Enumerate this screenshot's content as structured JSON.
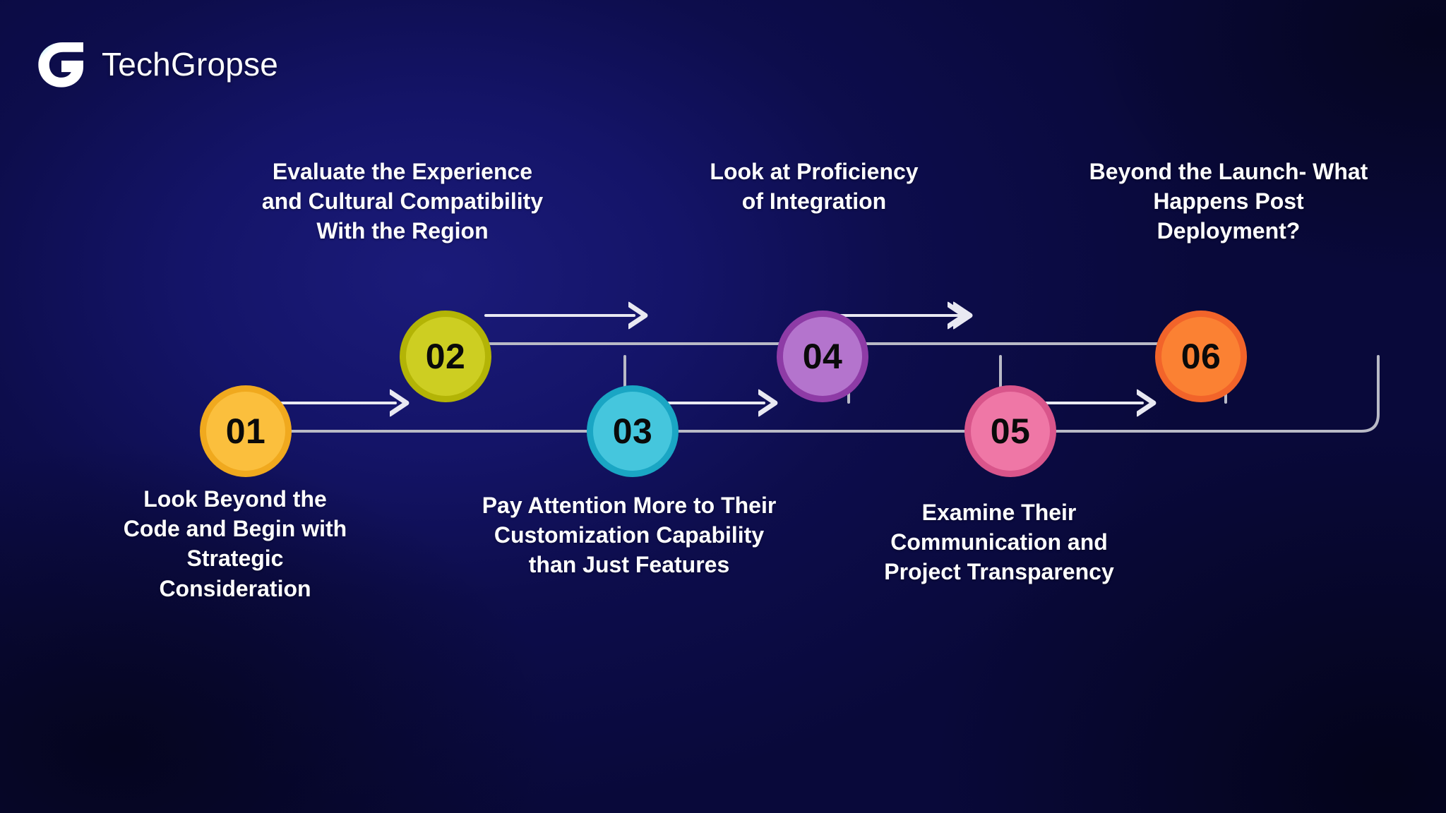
{
  "brand": {
    "logo_icon": "techgropse-g-logo-icon",
    "name": "TechGropse"
  },
  "theme": {
    "background_dark": "#080830",
    "background_mid": "#1b1b7a",
    "caption_color": "#ffffff",
    "connector_line": "#b9bac6",
    "arrow_line": "#e9e9f2",
    "number_color": "#0a0a0a"
  },
  "steps": [
    {
      "number": "01",
      "caption": "Look Beyond the Code and Begin with Strategic Consideration",
      "caption_position": "below",
      "color_outer": "#f0a91e",
      "color_inner": "#fbbf3d"
    },
    {
      "number": "02",
      "caption": "Evaluate the Experience and Cultural Compatibility With the Region",
      "caption_position": "above",
      "color_outer": "#b3b406",
      "color_inner": "#cdce22"
    },
    {
      "number": "03",
      "caption": "Pay Attention More to Their Customization Capability than Just Features",
      "caption_position": "below",
      "color_outer": "#1aa6c4",
      "color_inner": "#45c6dd"
    },
    {
      "number": "04",
      "caption": "Look at Proficiency of Integration",
      "caption_position": "above",
      "color_outer": "#8e3ba6",
      "color_inner": "#b濃"
    },
    {
      "number": "05",
      "caption": "Examine Their Communication and Project Transparency",
      "caption_position": "below",
      "color_outer": "#d9558b",
      "color_inner": "#ef77a6"
    },
    {
      "number": "06",
      "caption": "Beyond the Launch- What Happens Post Deployment?",
      "caption_position": "above",
      "color_outer": "#f2642a",
      "color_inner": "#fb8133"
    }
  ]
}
